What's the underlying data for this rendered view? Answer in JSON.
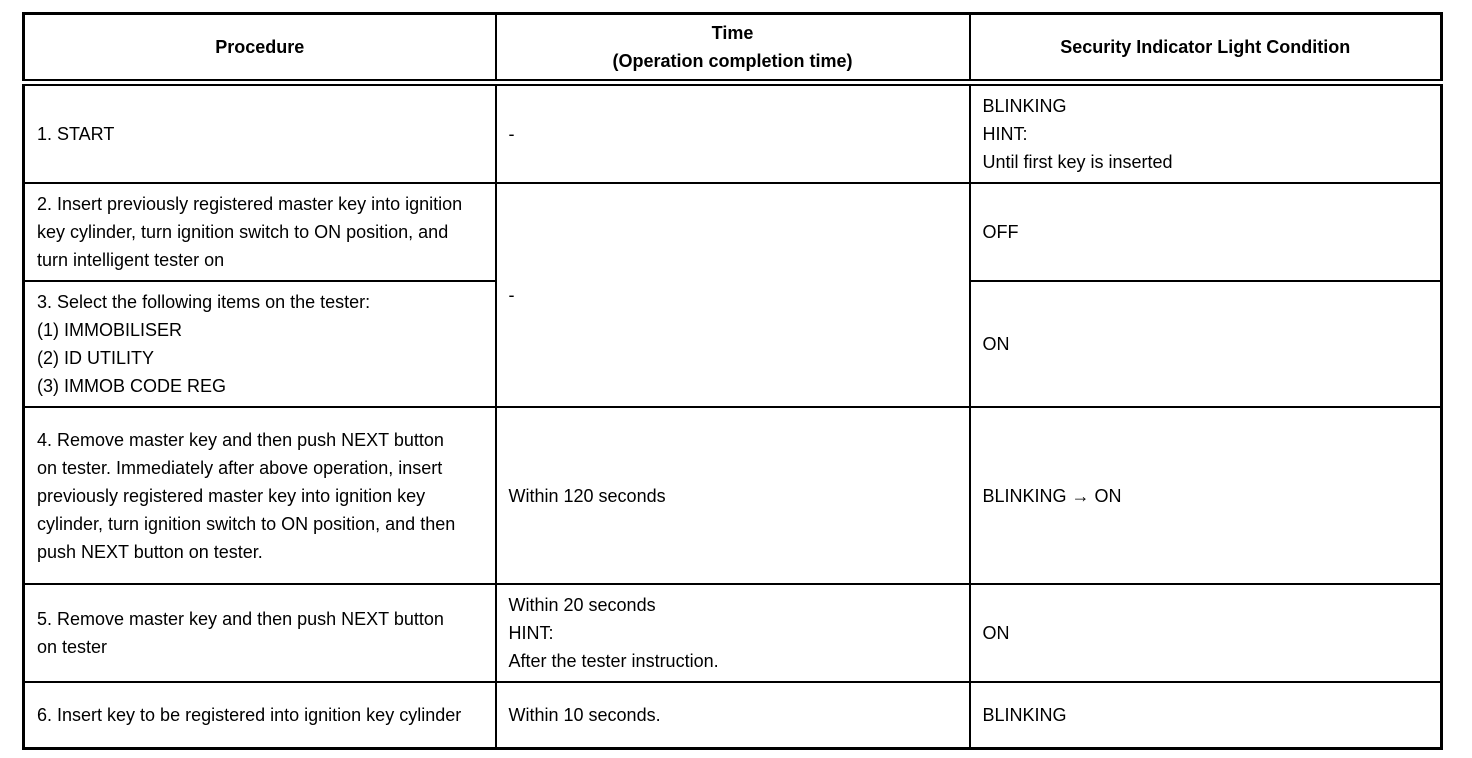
{
  "table": {
    "columns": {
      "procedure": "Procedure",
      "time": "Time\n(Operation completion time)",
      "light": "Security Indicator Light Condition"
    },
    "rows": [
      {
        "procedure": "1. START",
        "time": "-",
        "light": "BLINKING\nHINT:\nUntil first key is inserted"
      },
      {
        "procedure": "2. Insert previously registered master key into ignition key cylinder, turn ignition switch to ON position, and turn intelligent tester on",
        "time": "-",
        "light": "OFF"
      },
      {
        "procedure": "3. Select the following items on the tester:\n(1) IMMOBILISER\n(2) ID UTILITY\n(3) IMMOB CODE REG",
        "light": "ON"
      },
      {
        "procedure": "4. Remove master key and then push NEXT button on tester. Immediately after above operation, insert previously registered master key into ignition key cylinder, turn ignition switch to ON position, and then push NEXT button on tester.",
        "time": "Within 120 seconds",
        "light": "BLINKING → ON"
      },
      {
        "procedure": "5. Remove master key and then push NEXT button on tester",
        "time": "Within 20 seconds\nHINT:\nAfter the tester instruction.",
        "light": "ON"
      },
      {
        "procedure": "6. Insert key to be registered into ignition key cylinder",
        "time": "Within 10 seconds.",
        "light": "BLINKING"
      }
    ]
  }
}
